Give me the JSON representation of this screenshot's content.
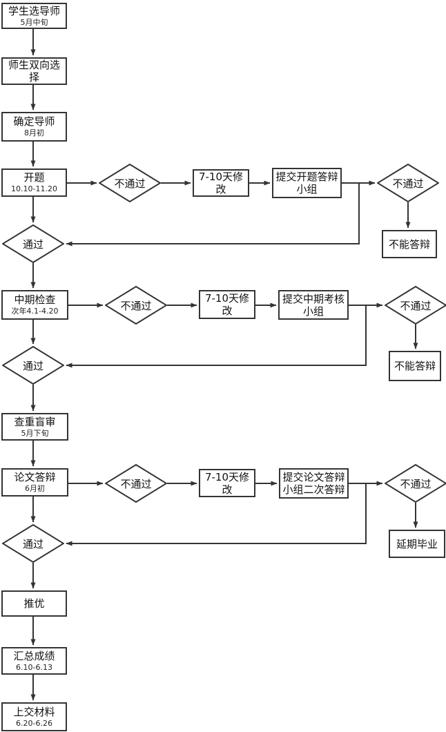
{
  "colors": {
    "line": "#333333",
    "node_border": "#333333",
    "node_fill": "#ffffff",
    "text": "#111111",
    "background": "#ffffff"
  },
  "nodes": {
    "select_advisor": {
      "label": "学生选导师",
      "sub": "5月中旬"
    },
    "mutual_selection": {
      "label": "师生双向选择"
    },
    "confirm_advisor": {
      "label": "确定导师",
      "sub": "8月初"
    },
    "proposal": {
      "label": "开题",
      "sub": "10.10-11.20"
    },
    "proposal_check": {
      "label": "不通过"
    },
    "proposal_revise": {
      "label": "7-10天修改"
    },
    "proposal_group": {
      "label": "提交开题答辩小组"
    },
    "proposal_group_check": {
      "label": "不通过"
    },
    "proposal_no_defense": {
      "label": "不能答辩"
    },
    "proposal_pass": {
      "label": "通过"
    },
    "midterm": {
      "label": "中期检查",
      "sub": "次年4.1-4.20"
    },
    "midterm_check": {
      "label": "不通过"
    },
    "midterm_revise": {
      "label": "7-10天修改"
    },
    "midterm_group": {
      "label": "提交中期考核小组"
    },
    "midterm_group_check": {
      "label": "不通过"
    },
    "midterm_no_defense": {
      "label": "不能答辩"
    },
    "midterm_pass": {
      "label": "通过"
    },
    "plagiarism_blind_review": {
      "label": "查重盲审",
      "sub": "5月下旬"
    },
    "thesis_defense": {
      "label": "论文答辩",
      "sub": "6月初"
    },
    "defense_check": {
      "label": "不通过"
    },
    "defense_revise": {
      "label": "7-10天修改"
    },
    "defense_group": {
      "label": "提交论文答辩小组二次答辩"
    },
    "defense_group_check": {
      "label": "不通过"
    },
    "delayed_graduation": {
      "label": "延期毕业"
    },
    "defense_pass": {
      "label": "通过"
    },
    "recommend_excellent": {
      "label": "推优"
    },
    "summary_grades": {
      "label": "汇总成绩",
      "sub": "6.10-6.13"
    },
    "submit_materials": {
      "label": "上交材料",
      "sub": "6.20-6.26"
    }
  }
}
